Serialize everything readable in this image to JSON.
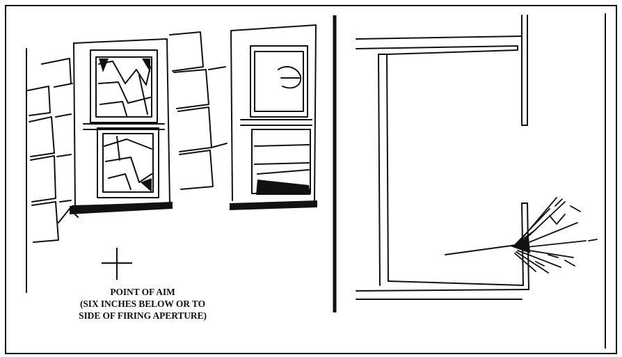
{
  "caption": {
    "line1": "POINT OF AIM",
    "line2": "(SIX INCHES BELOW OR TO",
    "line3": "SIDE OF FIRING APERTURE)"
  },
  "colors": {
    "ink": "#111111",
    "paper": "#ffffff"
  }
}
